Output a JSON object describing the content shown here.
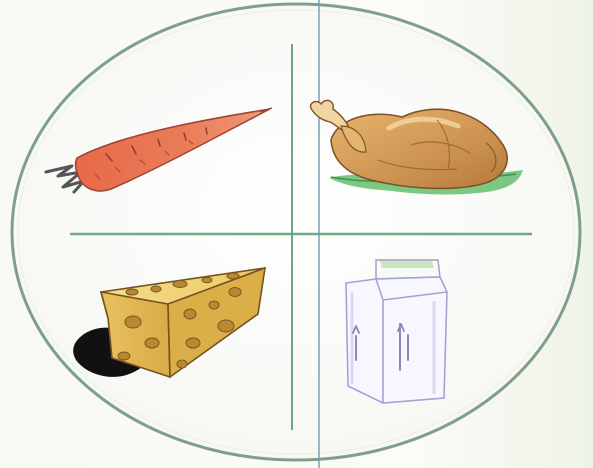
{
  "diagram": {
    "type": "food-plate",
    "sections": [
      {
        "item": "carrot",
        "icon": "carrot-icon"
      },
      {
        "item": "roast-chicken",
        "icon": "roast-chicken-icon"
      },
      {
        "item": "cheese",
        "icon": "cheese-icon"
      },
      {
        "item": "milk-carton",
        "icon": "milk-carton-icon"
      }
    ],
    "colors": {
      "plate_border": "#7f9f86",
      "divider_green": "#5b9d68",
      "divider_blue": "#6f94a8",
      "carrot": "#e46f4d",
      "chicken": "#d9a15c",
      "cheese": "#e3bd58",
      "milk": "#c8c0e6"
    }
  }
}
